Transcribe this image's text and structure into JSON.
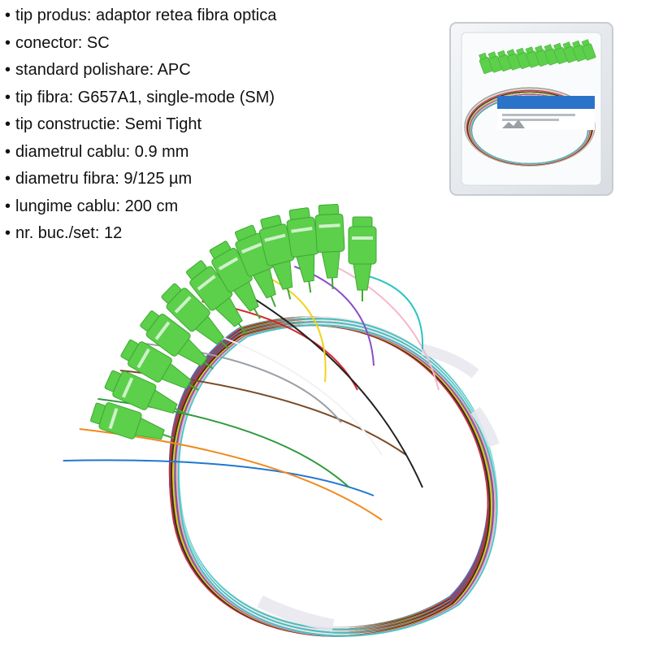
{
  "specs": [
    {
      "label": "tip produs",
      "value": "adaptor retea fibra optica"
    },
    {
      "label": "conector",
      "value": "SC"
    },
    {
      "label": "standard polishare",
      "value": "APC"
    },
    {
      "label": "tip fibra",
      "value": "G657A1, single-mode (SM)"
    },
    {
      "label": "tip constructie",
      "value": "Semi Tight"
    },
    {
      "label": "diametrul cablu",
      "value": "0.9 mm"
    },
    {
      "label": "diametru fibra",
      "value": "9/125 µm"
    },
    {
      "label": "lungime cablu",
      "value": "200 cm"
    },
    {
      "label": "nr. buc./set",
      "value": "12"
    }
  ],
  "colors": {
    "connector_green": "#5ccf4b",
    "connector_dark": "#3fa933",
    "fiber_colors": [
      "#1f78d1",
      "#f08a1c",
      "#2e9a3b",
      "#7a4a25",
      "#9aa0a6",
      "#f2f2f2",
      "#d62728",
      "#222222",
      "#f2d21b",
      "#8a4fc7",
      "#f5b7c8",
      "#2ec4c4"
    ]
  },
  "connector_count": 12
}
